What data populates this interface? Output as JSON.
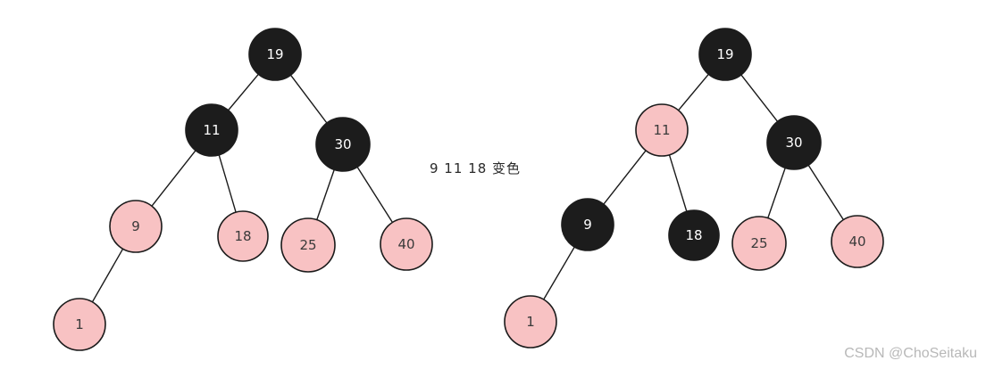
{
  "caption": "9 11 18 变色",
  "watermark": "CSDN @ChoSeitaku",
  "colors": {
    "black": "#1c1c1c",
    "red": "#f8c2c3"
  },
  "trees": [
    {
      "name": "before",
      "nodes": [
        {
          "id": "19",
          "label": "19",
          "color": "black"
        },
        {
          "id": "11",
          "label": "11",
          "color": "black"
        },
        {
          "id": "30",
          "label": "30",
          "color": "black"
        },
        {
          "id": "9",
          "label": "9",
          "color": "red"
        },
        {
          "id": "18",
          "label": "18",
          "color": "red"
        },
        {
          "id": "25",
          "label": "25",
          "color": "red"
        },
        {
          "id": "40",
          "label": "40",
          "color": "red"
        },
        {
          "id": "1",
          "label": "1",
          "color": "red"
        }
      ],
      "edges": [
        [
          "19",
          "11"
        ],
        [
          "19",
          "30"
        ],
        [
          "11",
          "9"
        ],
        [
          "11",
          "18"
        ],
        [
          "30",
          "25"
        ],
        [
          "30",
          "40"
        ],
        [
          "9",
          "1"
        ]
      ]
    },
    {
      "name": "after",
      "nodes": [
        {
          "id": "19",
          "label": "19",
          "color": "black"
        },
        {
          "id": "11",
          "label": "11",
          "color": "red"
        },
        {
          "id": "30",
          "label": "30",
          "color": "black"
        },
        {
          "id": "9",
          "label": "9",
          "color": "black"
        },
        {
          "id": "18",
          "label": "18",
          "color": "black"
        },
        {
          "id": "25",
          "label": "25",
          "color": "red"
        },
        {
          "id": "40",
          "label": "40",
          "color": "red"
        },
        {
          "id": "1",
          "label": "1",
          "color": "red"
        }
      ],
      "edges": [
        [
          "19",
          "11"
        ],
        [
          "19",
          "30"
        ],
        [
          "11",
          "9"
        ],
        [
          "11",
          "18"
        ],
        [
          "30",
          "25"
        ],
        [
          "30",
          "40"
        ],
        [
          "9",
          "1"
        ]
      ]
    }
  ]
}
